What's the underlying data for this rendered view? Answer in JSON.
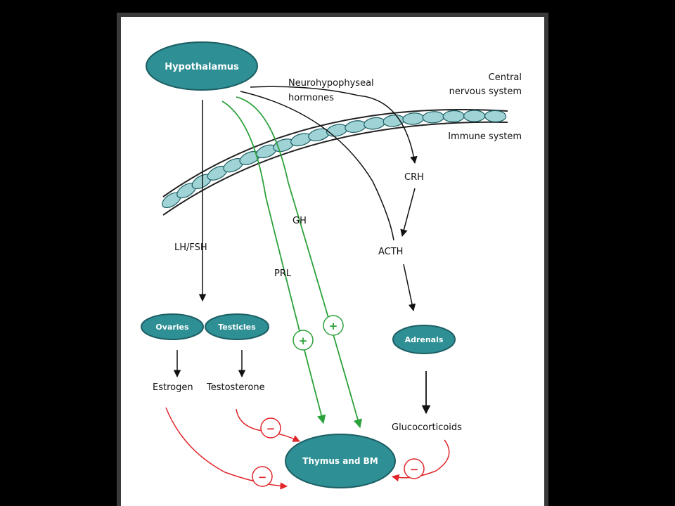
{
  "nodes": {
    "hypothalamus": "Hypothalamus",
    "ovaries": "Ovaries",
    "testicles": "Testicles",
    "adrenals": "Adrenals",
    "thymus": "Thymus and BM"
  },
  "labels": {
    "neurohypophyseal_line1": "Neurohypophyseal",
    "neurohypophyseal_line2": "hormones",
    "cns_line1": "Central",
    "cns_line2": "nervous system",
    "immune": "Immune system",
    "crh": "CRH",
    "acth": "ACTH",
    "gh": "GH",
    "prl": "PRL",
    "lhfsh": "LH/FSH",
    "estrogen": "Estrogen",
    "testosterone": "Testosterone",
    "glucocorticoids": "Glucocorticoids"
  },
  "signs": {
    "plus": "+",
    "minus": "−"
  },
  "colors": {
    "node_fill": "#2e8f95",
    "node_stroke": "#1c5e63",
    "cell_fill": "#9fd3d6",
    "stimulate": "#2aa13a",
    "inhibit": "#e0262b",
    "arrow": "#111111"
  }
}
